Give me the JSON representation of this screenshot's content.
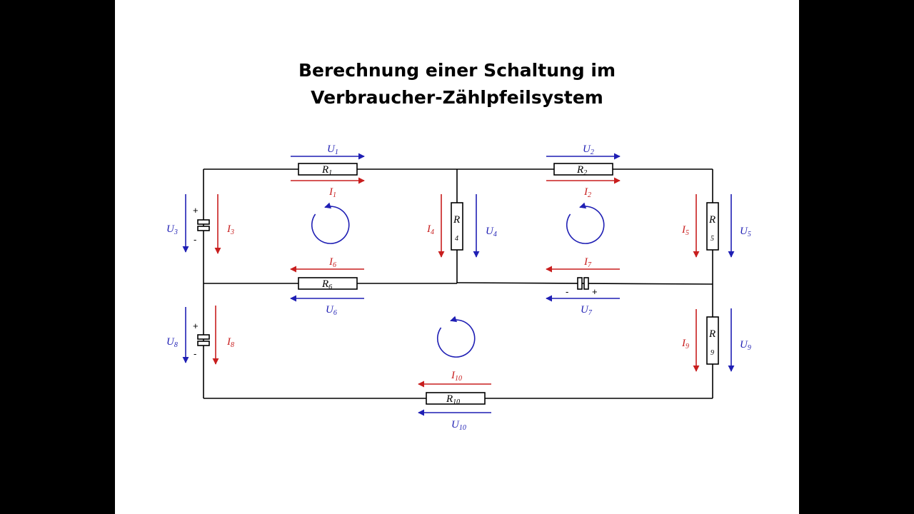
{
  "title_line1": "Berechnung einer Schaltung im",
  "title_line2": "Verbraucher-Zählpfeilsystem",
  "colors": {
    "voltage": "#1f1fb4",
    "current": "#c81e1e",
    "mesh": "#1f1fb4",
    "wire": "#000000",
    "background": "#ffffff"
  },
  "resistors": {
    "R1": {
      "main": "R",
      "sub": "1"
    },
    "R2": {
      "main": "R",
      "sub": "2"
    },
    "R4": {
      "main": "R",
      "sub": "4"
    },
    "R5": {
      "main": "R",
      "sub": "5"
    },
    "R6": {
      "main": "R",
      "sub": "6"
    },
    "R9": {
      "main": "R",
      "sub": "9"
    },
    "R10": {
      "main": "R",
      "sub": "10"
    }
  },
  "voltages": {
    "U1": {
      "main": "U",
      "sub": "1"
    },
    "U2": {
      "main": "U",
      "sub": "2"
    },
    "U3": {
      "main": "U",
      "sub": "3"
    },
    "U4": {
      "main": "U",
      "sub": "4"
    },
    "U5": {
      "main": "U",
      "sub": "5"
    },
    "U6": {
      "main": "U",
      "sub": "6"
    },
    "U7": {
      "main": "U",
      "sub": "7"
    },
    "U8": {
      "main": "U",
      "sub": "8"
    },
    "U9": {
      "main": "U",
      "sub": "9"
    },
    "U10": {
      "main": "U",
      "sub": "10"
    }
  },
  "currents": {
    "I1": {
      "main": "I",
      "sub": "1"
    },
    "I2": {
      "main": "I",
      "sub": "2"
    },
    "I3": {
      "main": "I",
      "sub": "3"
    },
    "I4": {
      "main": "I",
      "sub": "4"
    },
    "I5": {
      "main": "I",
      "sub": "5"
    },
    "I6": {
      "main": "I",
      "sub": "6"
    },
    "I7": {
      "main": "I",
      "sub": "7"
    },
    "I8": {
      "main": "I",
      "sub": "8"
    },
    "I9": {
      "main": "I",
      "sub": "9"
    },
    "I10": {
      "main": "I",
      "sub": "10"
    }
  },
  "polarity": {
    "plus": "+",
    "minus": "-"
  }
}
